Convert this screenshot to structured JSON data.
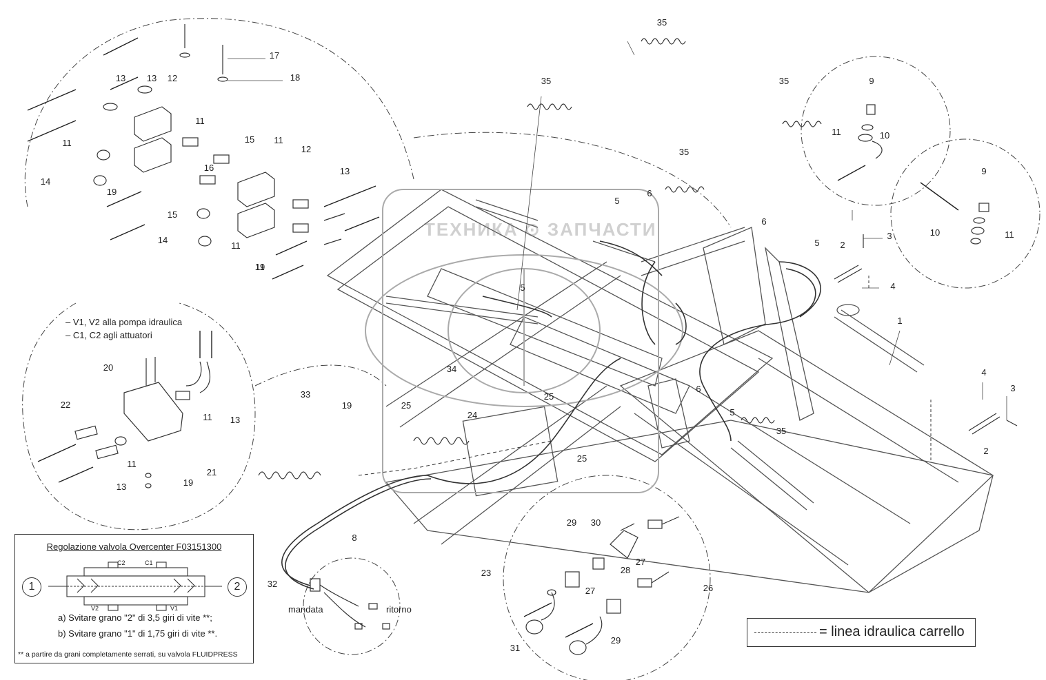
{
  "watermark": "ТЕХНИКА ⊙ ЗАПЧАСТИ",
  "hydraulic_note": {
    "line1": "– V1, V2 alla pompa idraulica",
    "line2": "– C1, C2 agli attuatori"
  },
  "overcenter": {
    "title": "Regolazione valvola Overcenter F03151300",
    "port_c2": "C2",
    "port_c1": "C1",
    "port_v2": "V2",
    "port_v1": "V1",
    "marker_1": "1",
    "marker_2": "2",
    "step_a": "a) Svitare grano \"2\" di 3,5 giri di vite **;",
    "step_b": "b) Svitare grano \"1\" di 1,75 giri di vite **.",
    "footnote": "** a partire da grani completamente serrati, su valvola FLUIDPRESS"
  },
  "legend": {
    "text": "= linea idraulica carrello"
  },
  "hose_labels": {
    "mandata": "mandata",
    "ritorno": "ritorno"
  },
  "callouts": [
    {
      "text": "17"
    },
    {
      "text": "18"
    },
    {
      "text": "12"
    },
    {
      "text": "13"
    },
    {
      "text": "13"
    },
    {
      "text": "11"
    },
    {
      "text": "11"
    },
    {
      "text": "15"
    },
    {
      "text": "11"
    },
    {
      "text": "12"
    },
    {
      "text": "16"
    },
    {
      "text": "14"
    },
    {
      "text": "19"
    },
    {
      "text": "15"
    },
    {
      "text": "11"
    },
    {
      "text": "13"
    },
    {
      "text": "14"
    },
    {
      "text": "11"
    },
    {
      "text": "19"
    },
    {
      "text": "35"
    },
    {
      "text": "35"
    },
    {
      "text": "35"
    },
    {
      "text": "35"
    },
    {
      "text": "9"
    },
    {
      "text": "11"
    },
    {
      "text": "10"
    },
    {
      "text": "9"
    },
    {
      "text": "10"
    },
    {
      "text": "11"
    },
    {
      "text": "5"
    },
    {
      "text": "6"
    },
    {
      "text": "6"
    },
    {
      "text": "5"
    },
    {
      "text": "2"
    },
    {
      "text": "3"
    },
    {
      "text": "4"
    },
    {
      "text": "1"
    },
    {
      "text": "5"
    },
    {
      "text": "6"
    },
    {
      "text": "5"
    },
    {
      "text": "35"
    },
    {
      "text": "4"
    },
    {
      "text": "3"
    },
    {
      "text": "2"
    },
    {
      "text": "20"
    },
    {
      "text": "22"
    },
    {
      "text": "11"
    },
    {
      "text": "13"
    },
    {
      "text": "11"
    },
    {
      "text": "13"
    },
    {
      "text": "21"
    },
    {
      "text": "19"
    },
    {
      "text": "33"
    },
    {
      "text": "19"
    },
    {
      "text": "34"
    },
    {
      "text": "25"
    },
    {
      "text": "25"
    },
    {
      "text": "24"
    },
    {
      "text": "25"
    },
    {
      "text": "8"
    },
    {
      "text": "23"
    },
    {
      "text": "29"
    },
    {
      "text": "30"
    },
    {
      "text": "28"
    },
    {
      "text": "27"
    },
    {
      "text": "27"
    },
    {
      "text": "26"
    },
    {
      "text": "29"
    },
    {
      "text": "31"
    },
    {
      "text": "32"
    }
  ]
}
